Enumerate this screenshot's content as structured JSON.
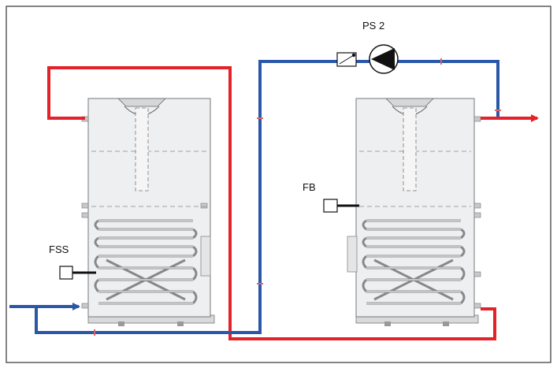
{
  "labels": {
    "pump": "PS 2",
    "sensor_left": "FSS",
    "sensor_right": "FB"
  },
  "colors": {
    "hot_pipe": "#e32229",
    "cold_pipe": "#2a57a8",
    "tank_fill": "#eeeff1",
    "tank_stroke": "#777777",
    "coil": "#888888",
    "frame": "#333333"
  },
  "icons": {
    "pump": "pump-icon",
    "valve": "check-valve-icon",
    "sensor": "temperature-sensor-icon",
    "flow_out": "arrow-right-icon",
    "flow_in": "arrow-right-icon"
  }
}
